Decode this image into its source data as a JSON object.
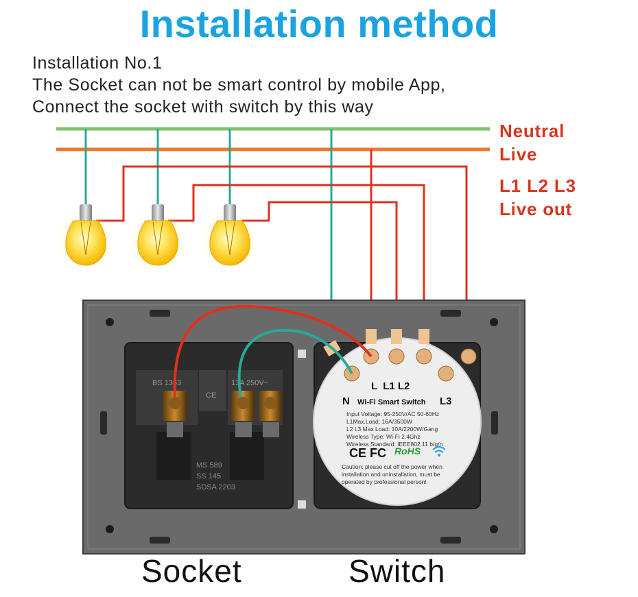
{
  "title": "Installation method",
  "intro": {
    "line1": "Installation No.1",
    "line2": "The Socket can not be smart control by mobile App,",
    "line3": "Connect the socket with switch by this way"
  },
  "wire_labels": {
    "neutral": "Neutral",
    "live": "Live",
    "l123": "L1 L2 L3",
    "live_out": "Live out"
  },
  "colors": {
    "title": "#1ba3e0",
    "neutral_wire": "#7fc36a",
    "live_wire": "#e8782f",
    "live_out_wire": "#e0301e",
    "drop_wire": "#2aa89a",
    "label_red": "#d5371f",
    "panel": "#6e6e6e"
  },
  "socket": {
    "marks": {
      "bs": "BS 1363",
      "rating": "13A 250V~",
      "ms": "MS 589",
      "ss": "SS 145",
      "sdsa": "SDSA 2203",
      "ce": "CE"
    }
  },
  "switch_module": {
    "terminal_top": "L  L1 L2",
    "terminal_n": "N",
    "terminal_l3": "L3",
    "name": "Wi-Fi Smart Switch",
    "specs": [
      "Input Voltage: 95-250V/AC 50-60Hz",
      "L1Max.Load: 16A/3500W",
      "L2 L3 Max Load: 10A/2200W/Gang",
      "Wireless Type: Wi-Fi 2.4Ghz",
      "Wireless Standard: IEEE802.11 b/g/n"
    ],
    "certs": "CE FC",
    "rohs": "RoHS",
    "caution": [
      "Caution: please cut off the power when",
      "installation and uninstallation, must be",
      "operated by professional person!"
    ]
  },
  "bottom_labels": {
    "socket": "Socket",
    "switch": "Switch"
  }
}
